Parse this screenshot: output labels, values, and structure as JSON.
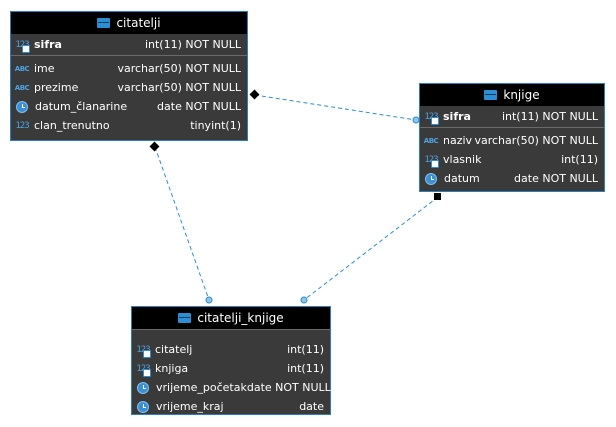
{
  "colors": {
    "link": "#2b8fd6",
    "border": "#2a7fc1",
    "header": "#000000",
    "body": "#3a3a3a"
  },
  "tables": {
    "citatelji": {
      "name": "citatelji",
      "pk": {
        "icon": "numeric-key-icon",
        "name": "sifra",
        "type": "int(11) NOT NULL"
      },
      "columns": [
        {
          "icon": "text-icon",
          "name": "ime",
          "type": "varchar(50) NOT NULL"
        },
        {
          "icon": "text-icon",
          "name": "prezime",
          "type": "varchar(50) NOT NULL"
        },
        {
          "icon": "clock-icon",
          "name": "datum_članarine",
          "type": "date NOT NULL"
        },
        {
          "icon": "numeric-icon",
          "name": "clan_trenutno",
          "type": "tinyint(1)"
        }
      ]
    },
    "knjige": {
      "name": "knjige",
      "pk": {
        "icon": "numeric-key-icon",
        "name": "sifra",
        "type": "int(11) NOT NULL"
      },
      "columns": [
        {
          "icon": "text-icon",
          "name": "naziv",
          "type": "varchar(50) NOT NULL"
        },
        {
          "icon": "numeric-key-icon",
          "name": "vlasnik",
          "type": "int(11)"
        },
        {
          "icon": "clock-icon",
          "name": "datum",
          "type": "date NOT NULL"
        }
      ]
    },
    "citatelji_knjige": {
      "name": "citatelji_knjige",
      "columns": [
        {
          "icon": "numeric-key-icon",
          "name": "citatelj",
          "type": "int(11)"
        },
        {
          "icon": "numeric-key-icon",
          "name": "knjiga",
          "type": "int(11)"
        },
        {
          "icon": "clock-icon",
          "name": "vrijeme_početak",
          "type": "date NOT NULL"
        },
        {
          "icon": "clock-icon",
          "name": "vrijeme_kraj",
          "type": "date"
        }
      ]
    }
  }
}
